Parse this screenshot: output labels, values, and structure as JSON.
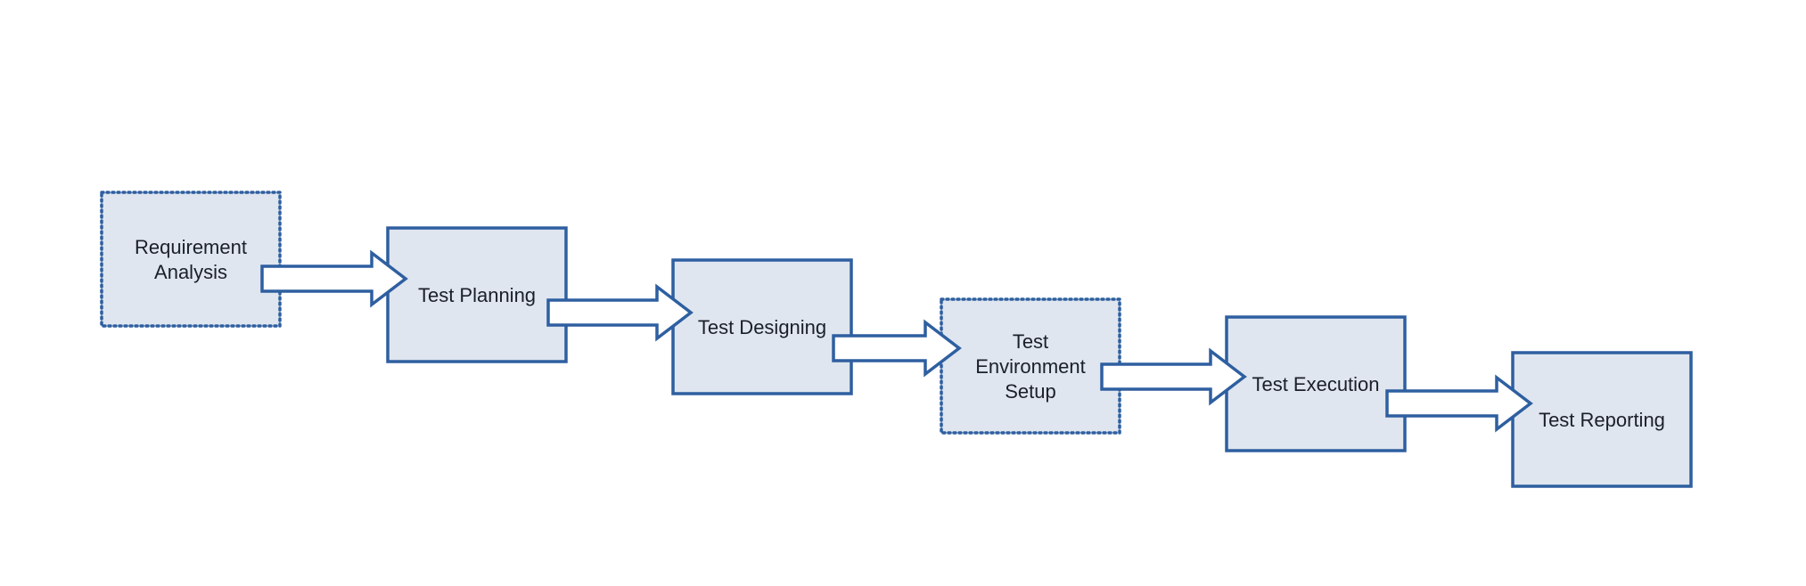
{
  "diagram": {
    "type": "process-flow",
    "colors": {
      "box_fill": "#dfe6ef",
      "box_stroke": "#2e5fa0",
      "arrow_fill": "#ffffff",
      "text": "#1b1f2a"
    },
    "steps": [
      {
        "id": "requirement-analysis",
        "lines": [
          "Requirement",
          "Analysis"
        ],
        "border": "dotted"
      },
      {
        "id": "test-planning",
        "lines": [
          "Test Planning"
        ],
        "border": "solid"
      },
      {
        "id": "test-designing",
        "lines": [
          "Test Designing"
        ],
        "border": "solid"
      },
      {
        "id": "test-environment-setup",
        "lines": [
          "Test",
          "Environment",
          "Setup"
        ],
        "border": "dotted"
      },
      {
        "id": "test-execution",
        "lines": [
          "Test Execution"
        ],
        "border": "solid"
      },
      {
        "id": "test-reporting",
        "lines": [
          "Test Reporting"
        ],
        "border": "solid"
      }
    ]
  }
}
